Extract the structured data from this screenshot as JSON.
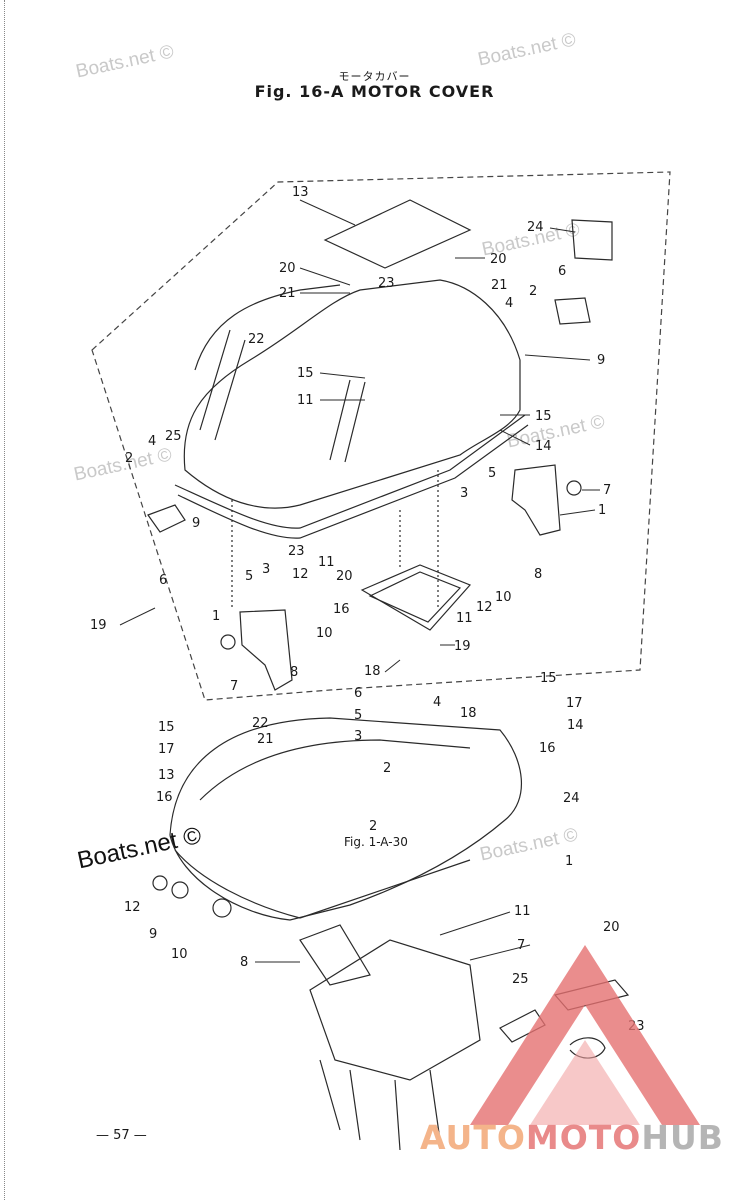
{
  "header": {
    "subtitle_jp": "モータカバー",
    "title": "Fig. 16-A   MOTOR COVER"
  },
  "watermarks": {
    "text": "Boats.net ©",
    "strong_text": "Boats.net ©"
  },
  "figure_ref": "Fig. 1-A-30",
  "page_number": "— 57 —",
  "logo": {
    "part1": "AUTO",
    "part2": "MOTO",
    "part3": "HUB",
    "colors": {
      "part1": "#f4b48a",
      "part2": "#e98a8a",
      "part3": "#b5b5b5",
      "triangle": "#e57070"
    }
  },
  "callouts": {
    "c13": "13",
    "c24": "24",
    "c20": "20",
    "c23": "23",
    "c21": "21",
    "c6": "6",
    "c2": "2",
    "c4": "4",
    "c22": "22",
    "c9": "9",
    "c15": "15",
    "c11": "11",
    "c25": "25",
    "c14": "14",
    "c5": "5",
    "c7": "7",
    "c3": "3",
    "c1": "1",
    "c8": "8",
    "c12": "12",
    "c10": "10",
    "c16": "16",
    "c19": "19",
    "c18": "18",
    "c17": "17"
  }
}
